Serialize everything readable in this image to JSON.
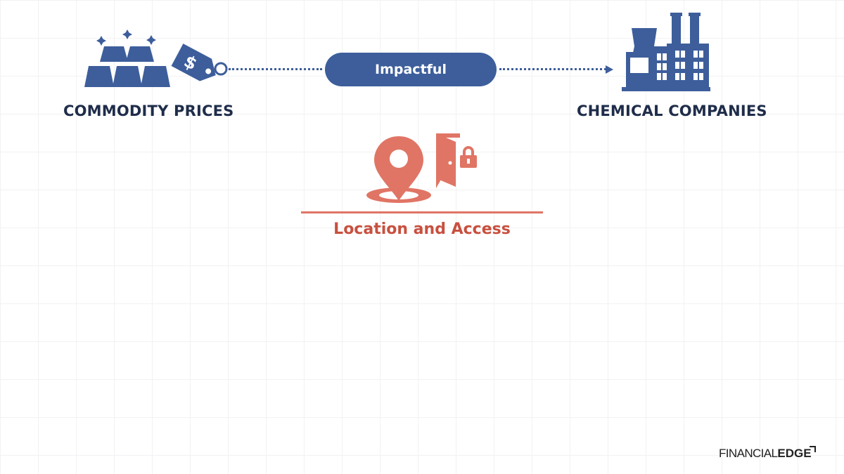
{
  "diagram": {
    "source_node": {
      "label": "COMMODITY PRICES",
      "icons": [
        "gold-bars-icon",
        "price-tag-icon"
      ]
    },
    "connector": {
      "label": "Impactful"
    },
    "target_node": {
      "label": "CHEMICAL COMPANIES",
      "icons": [
        "factory-icon"
      ]
    },
    "factor": {
      "label": "Location and Access",
      "icons": [
        "location-pin-icon",
        "locked-door-icon"
      ]
    }
  },
  "brand": {
    "name_light": "FINANCIAL",
    "name_bold": "EDGE"
  },
  "colors": {
    "primary": "#3d5e9b",
    "label_dark": "#1f2d4a",
    "accent": "#e07565",
    "accent_text": "#c8503f",
    "grid": "#f2f2f4"
  }
}
